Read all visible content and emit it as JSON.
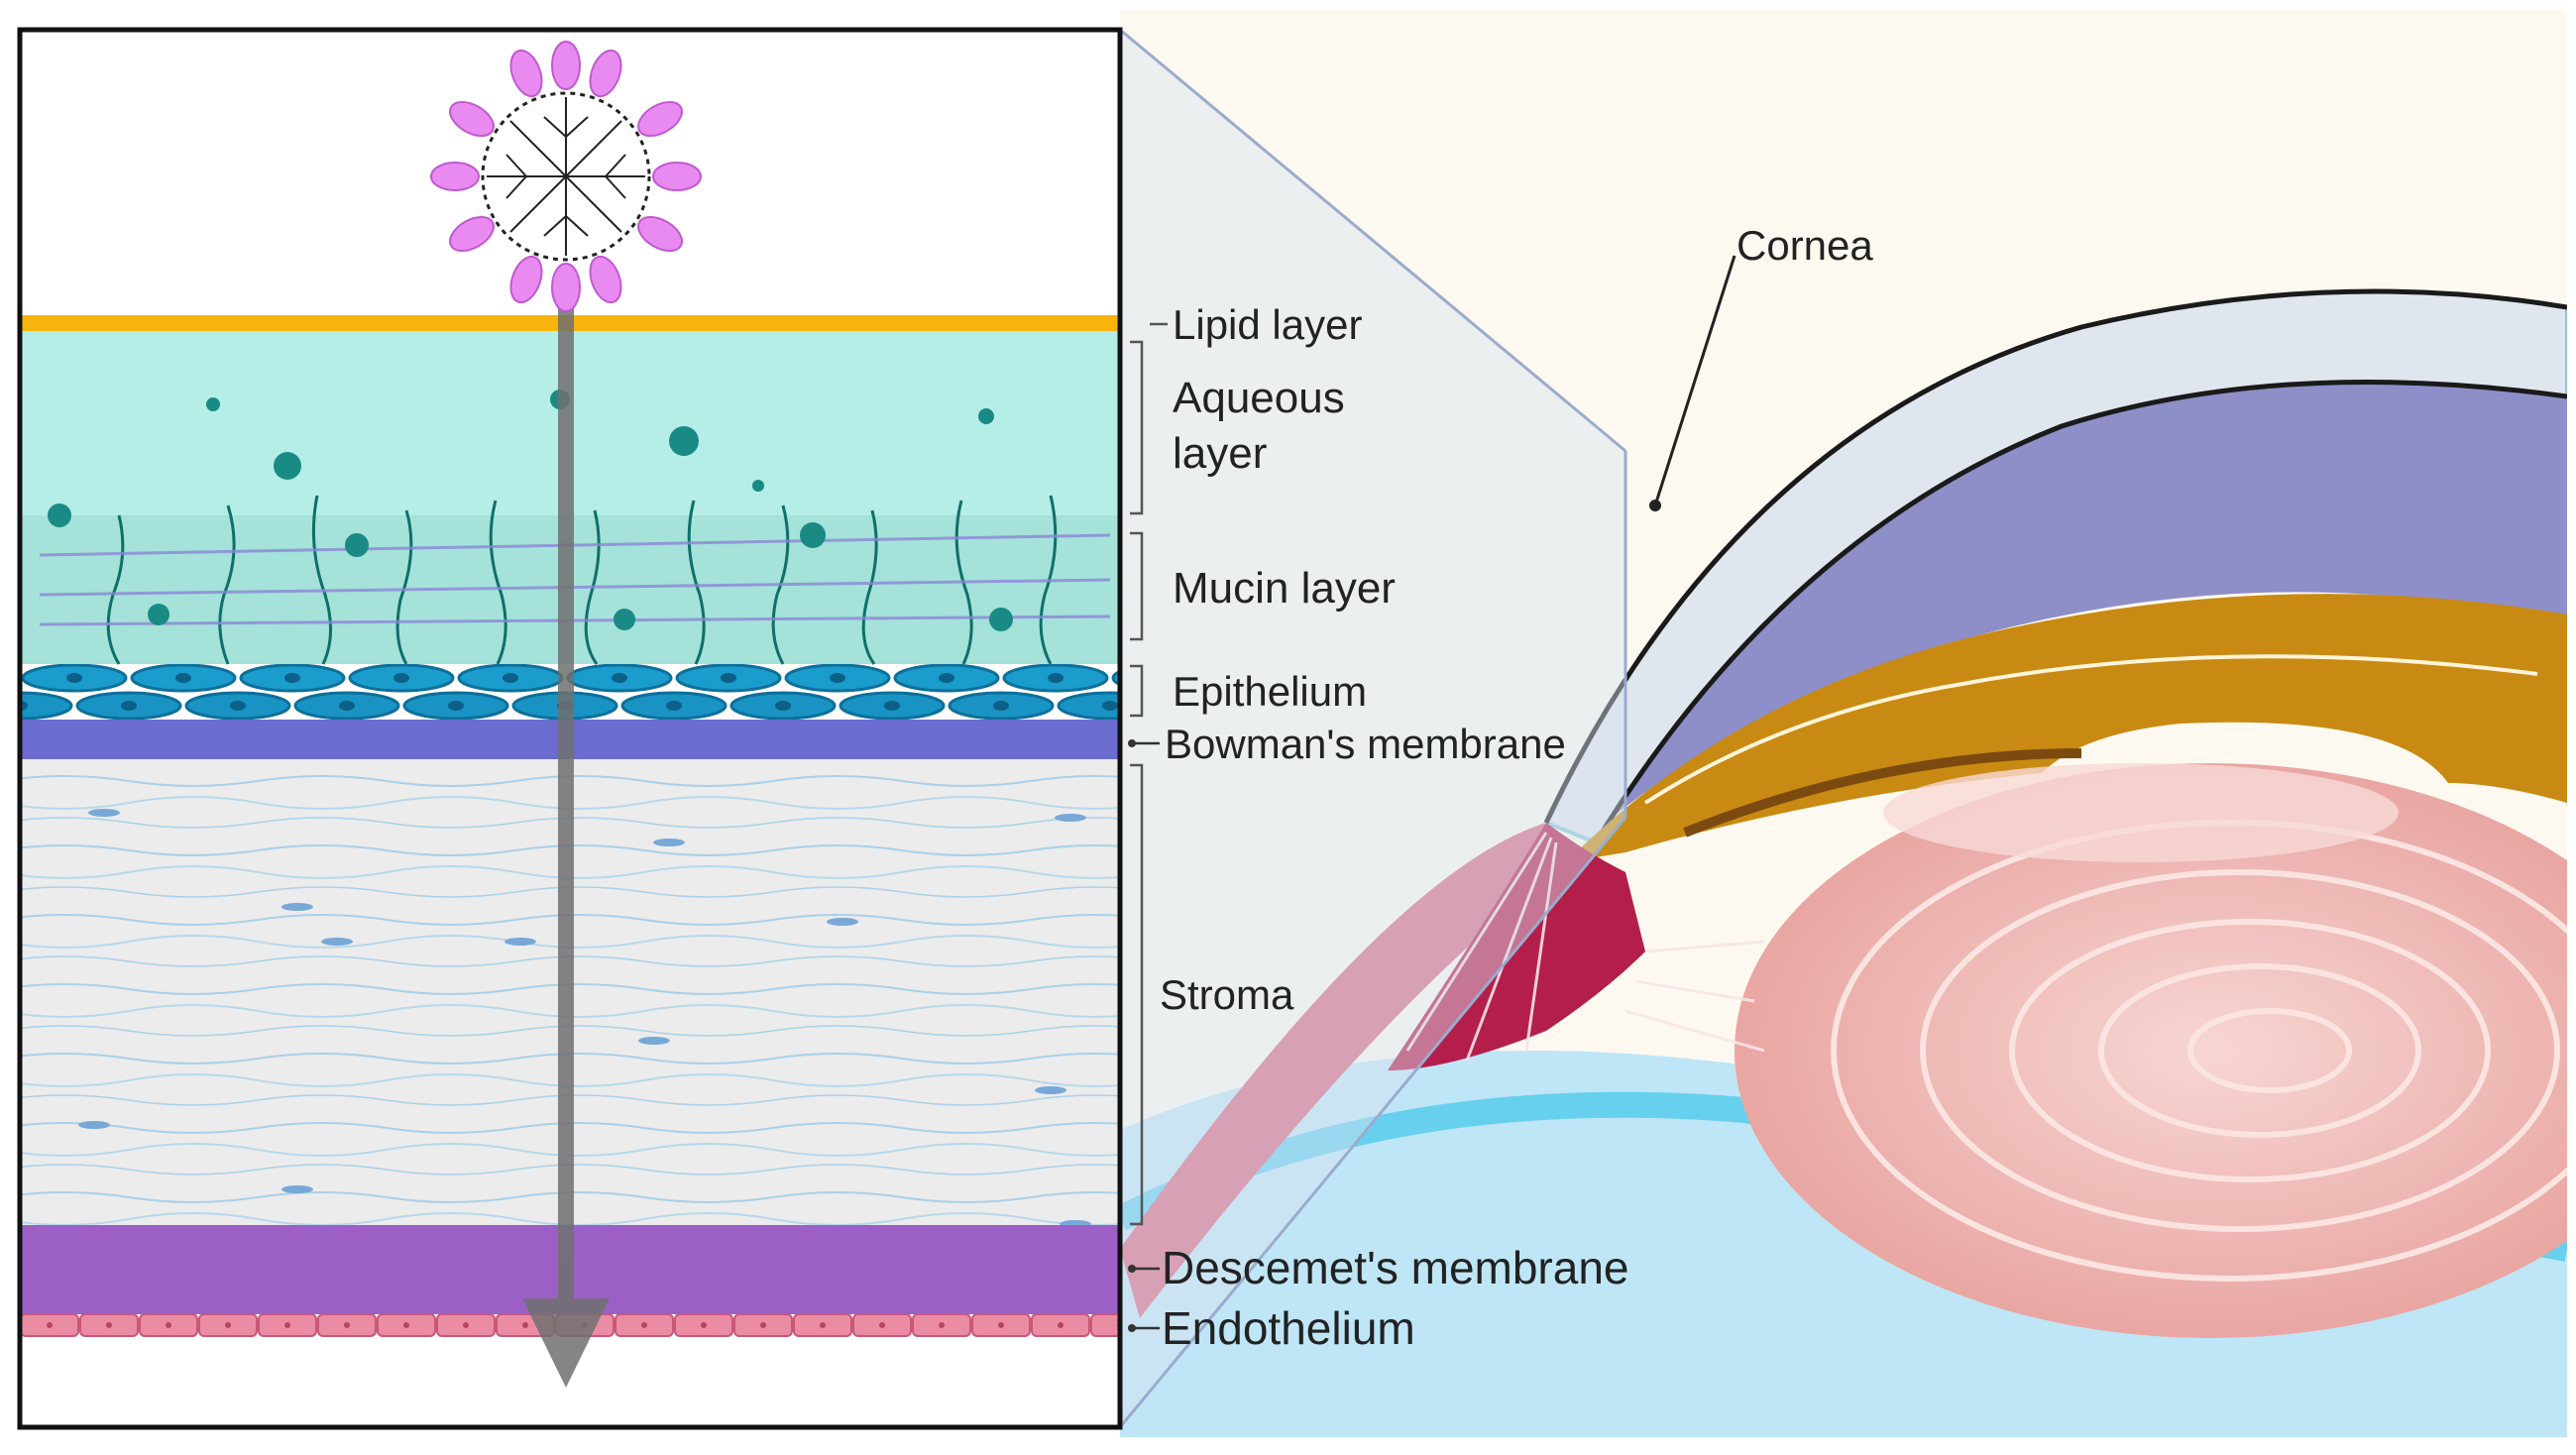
{
  "labels": {
    "lipid": "Lipid layer",
    "aqueous_1": "Aqueous",
    "aqueous_2": "layer",
    "mucin": "Mucin layer",
    "epithelium": "Epithelium",
    "bowman": "Bowman's membrane",
    "stroma": "Stroma",
    "descemet": "Descemet's membrane",
    "endothelium": "Endothelium",
    "cornea": "Cornea"
  },
  "colors": {
    "lipid": "#f7b40c",
    "aqueous": "#b4eee6",
    "mucin_strand": "#0f6f6a",
    "epithelium": "#1496c6",
    "bowman": "#6a6cd0",
    "stroma": "#ececec",
    "stroma_fiber": "#a9d0e8",
    "descemet": "#9b5fc6",
    "endothelium": "#e9869f",
    "nanoparticle_lobe": "#e98af0",
    "arrow": "#707070",
    "iris": "#c88a12",
    "ciliary": "#b41e4a",
    "lens": "#f3c5c2",
    "vitreous": "#bde6f5"
  },
  "icons": {
    "nanoparticle": "dendrimer-nanoparticle-icon",
    "arrow": "penetration-arrow-icon"
  }
}
